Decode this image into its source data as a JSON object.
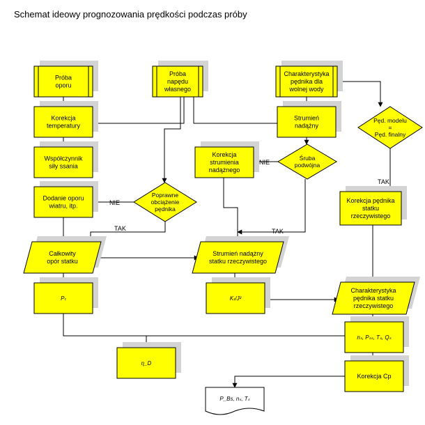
{
  "title": "Schemat ideowy prognozowania prędkości podczas próby",
  "colors": {
    "fill": "#ffff00",
    "shadow": "#d3d3d3",
    "stroke": "#000000"
  },
  "nodes": {
    "proba_oporu": [
      "Próba",
      "oporu"
    ],
    "proba_napedu": [
      "Próba",
      "napędu",
      "własnego"
    ],
    "charakterystyka_pednika": [
      "Charakterystyka",
      "pędnika dla",
      "wolnej wody"
    ],
    "korekcja_temperatury": [
      "Korekcja",
      "temperatury"
    ],
    "strumien_nadazny": [
      "Strumień",
      "nadążny"
    ],
    "ped_modelu": [
      "Pęd. modelu",
      "=",
      "Pęd. finalny"
    ],
    "wspolczynnik_ssania": [
      "Współczynnik",
      "siły ssania"
    ],
    "korekcja_strumienia": [
      "Korekcja",
      "strumienia",
      "nadążnego"
    ],
    "sruba_podwojna": [
      "Śruba",
      "podwójna"
    ],
    "dodanie_oporu": [
      "Dodanie oporu",
      "wiatru, itp."
    ],
    "poprawne_obciazenie": [
      "Poprawne",
      "obciążenie",
      "pędnika"
    ],
    "korekcja_pednika": [
      "Korekcja pędnika",
      "statku",
      "rzeczywistego"
    ],
    "calkowity_opor": [
      "Całkowity",
      "opór statku"
    ],
    "strumien_rzeczywisty": [
      "Strumień nadążny",
      "statku rzeczywistego"
    ],
    "pt": [
      "Pₜ"
    ],
    "kt_j2": [
      "Kₜ/J²"
    ],
    "charakterystyka_statku": [
      "Charakterystyka",
      "pędnika statku",
      "rzeczywistego"
    ],
    "wyniki": [
      "nₛ, Pₛₛ, Tₛ, Qₛ"
    ],
    "eta_d": [
      "η_D"
    ],
    "korekcja_cp": [
      "Korekcja Cp"
    ],
    "dokument_wyjsciowy": [
      "P_Bs, nₛ, Tₛ"
    ]
  },
  "edge_labels": {
    "nie_1": "NIE",
    "nie_2": "NIE",
    "tak_1": "TAK",
    "tak_2": "TAK",
    "tak_3": "TAK"
  }
}
